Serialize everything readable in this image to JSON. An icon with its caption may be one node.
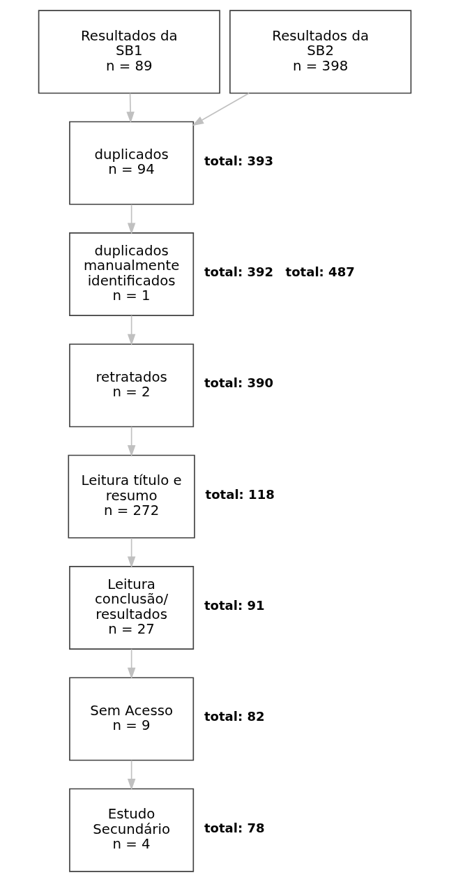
{
  "diagram": {
    "nodes": [
      {
        "text": [
          "Resultados da SB1",
          "n = 89"
        ]
      },
      {
        "text": [
          "Resultados da SB2",
          "n = 398"
        ]
      },
      {
        "text": [
          "duplicados",
          "n = 94"
        ],
        "beside": [
          "total: 393"
        ]
      },
      {
        "text": [
          "duplicados manualmente identificados",
          "n = 1"
        ],
        "beside": [
          "total: 392"
        ]
      },
      {
        "text": [
          "retratados",
          "n = 2"
        ],
        "beside": [
          "total: 390"
        ]
      },
      {
        "text": [
          "Leitura título e resumo",
          "n = 272"
        ],
        "beside": [
          "total: 118"
        ]
      },
      {
        "text": [
          "Leitura conclusão/ resultados",
          "n = 27"
        ],
        "beside": [
          "total: 91"
        ]
      },
      {
        "text": [
          "Sem Acesso",
          "n = 9"
        ],
        "beside": [
          "total: 82"
        ]
      },
      {
        "text": [
          "Estudo Secundário",
          "n = 4"
        ],
        "beside": [
          "total: 78"
        ]
      }
    ],
    "edges": [
      {
        "from": 0,
        "to": 2,
        "arrow": "to"
      },
      {
        "from": 1,
        "to": 2,
        "arrow": "to"
      },
      {
        "from": 2,
        "to": 3,
        "arrow": "to"
      },
      {
        "from": 3,
        "to": 4,
        "arrow": "to"
      },
      {
        "from": 4,
        "to": 5,
        "arrow": "to"
      },
      {
        "from": 5,
        "to": 6,
        "arrow": "to"
      },
      {
        "from": 6,
        "to": 7,
        "arrow": "to"
      },
      {
        "from": 7,
        "to": 8,
        "arrow": "to"
      }
    ],
    "labels": [
      "total: 487"
    ]
  }
}
